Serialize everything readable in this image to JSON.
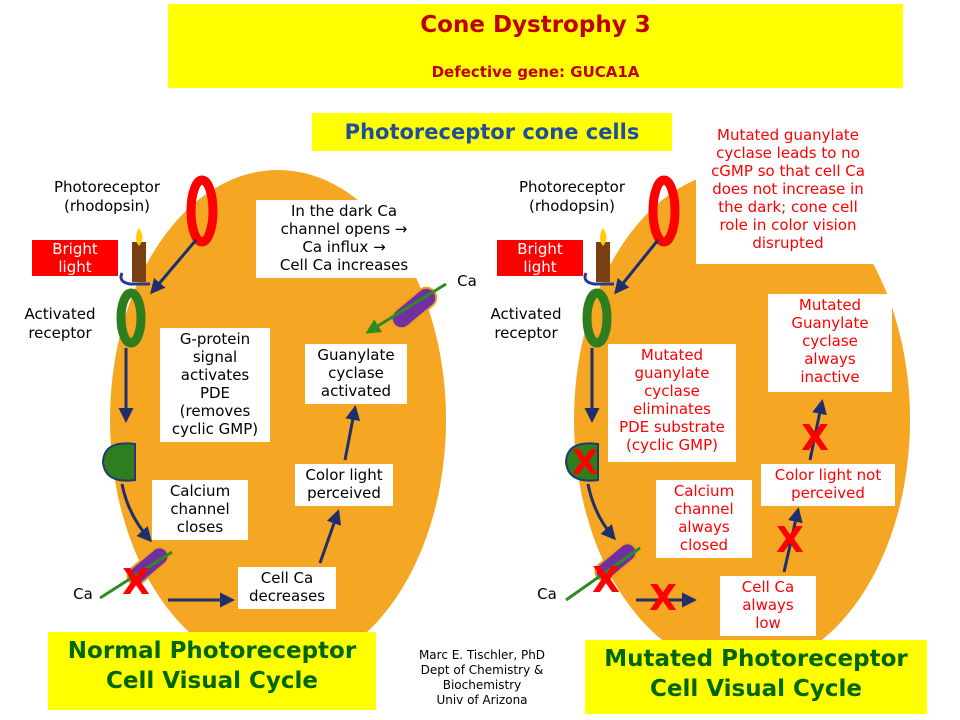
{
  "header": {
    "title": "Cone Dystrophy 3",
    "subtitle": "Defective gene: GUCA1A"
  },
  "section_title": "Photoreceptor cone cells",
  "colors": {
    "title_bg": "#ffff00",
    "title_text": "#c00000",
    "section_title_text": "#1f4e9c",
    "cell_fill": "#f5a623",
    "arrow": "#1f2f6e",
    "receptor_red": "#ff0000",
    "receptor_green": "#2e7d1f",
    "mutation_red": "#ff0000",
    "footer_text": "#006600"
  },
  "normal_cycle": {
    "photoreceptor_label": [
      "Photoreceptor",
      "(rhodopsin)"
    ],
    "bright_light": [
      "Bright",
      "light"
    ],
    "activated_receptor": [
      "Activated",
      "receptor"
    ],
    "g_protein": [
      "G-protein",
      "signal",
      "activates",
      "PDE",
      "(removes",
      "cyclic GMP)"
    ],
    "calcium_channel": [
      "Calcium",
      "channel",
      "closes"
    ],
    "cell_ca_decreases": [
      "Cell Ca",
      "decreases"
    ],
    "color_light": [
      "Color light",
      "perceived"
    ],
    "guanylate": [
      "Guanylate",
      "cyclase",
      "activated"
    ],
    "dark_note": [
      "In the dark Ca",
      "channel opens →",
      "Ca influx →",
      "Cell Ca increases"
    ],
    "ca_top": "Ca",
    "ca_bottom": "Ca",
    "footer": [
      "Normal Photoreceptor",
      "Cell Visual Cycle"
    ]
  },
  "mutated_cycle": {
    "photoreceptor_label": [
      "Photoreceptor",
      "(rhodopsin)"
    ],
    "bright_light": [
      "Bright",
      "light"
    ],
    "activated_receptor": [
      "Activated",
      "receptor"
    ],
    "mutated_note": [
      "Mutated guanylate",
      "cyclase leads to no",
      "cGMP so that cell Ca",
      "does not increase in",
      "the dark; cone cell",
      "role in color vision",
      "disrupted"
    ],
    "mutated_inactive": [
      "Mutated",
      "Guanylate",
      "cyclase",
      "always",
      "inactive"
    ],
    "mutated_eliminates": [
      "Mutated",
      "guanylate",
      "cyclase",
      "eliminates",
      "PDE substrate",
      "(cyclic GMP)"
    ],
    "calcium_closed": [
      "Calcium",
      "channel",
      "always",
      "closed"
    ],
    "color_not": [
      "Color light not",
      "perceived"
    ],
    "cell_ca_low": [
      "Cell Ca",
      "always",
      "low"
    ],
    "ca_bottom": "Ca",
    "x_mark": "X",
    "footer": [
      "Mutated Photoreceptor",
      "Cell Visual Cycle"
    ]
  },
  "credit": [
    "Marc E. Tischler, PhD",
    "Dept of Chemistry &",
    "Biochemistry",
    "Univ of Arizona"
  ]
}
